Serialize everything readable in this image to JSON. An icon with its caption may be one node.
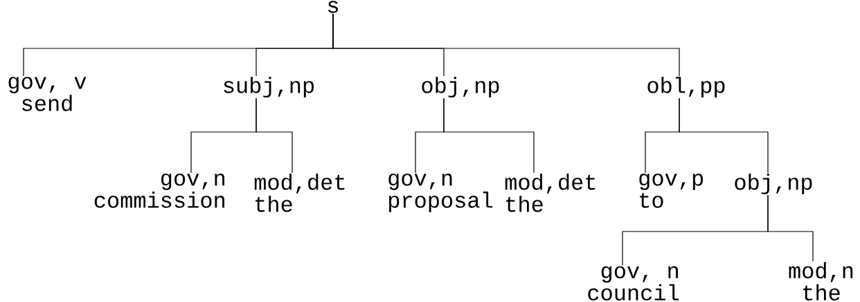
{
  "diagram": {
    "nodes": [
      {
        "text": [
          "s"
        ]
      },
      {
        "text": [
          "gov, v",
          "send"
        ]
      },
      {
        "text": [
          "subj,np"
        ]
      },
      {
        "text": [
          "obj,np"
        ]
      },
      {
        "text": [
          "obl,pp"
        ]
      },
      {
        "text": [
          "gov,n",
          "commission"
        ]
      },
      {
        "text": [
          "mod,det",
          "the"
        ]
      },
      {
        "text": [
          "gov,n",
          "proposal"
        ]
      },
      {
        "text": [
          "mod,det",
          "the"
        ]
      },
      {
        "text": [
          "gov,p",
          "to"
        ]
      },
      {
        "text": [
          "obj,np"
        ]
      },
      {
        "text": [
          "gov, n",
          "council"
        ]
      },
      {
        "text": [
          "mod,n",
          "the"
        ]
      }
    ],
    "edges": [
      {
        "from": 0,
        "to": 1,
        "arrow": "none"
      },
      {
        "from": 0,
        "to": 2,
        "arrow": "none"
      },
      {
        "from": 0,
        "to": 3,
        "arrow": "none"
      },
      {
        "from": 0,
        "to": 4,
        "arrow": "none"
      },
      {
        "from": 2,
        "to": 5,
        "arrow": "none"
      },
      {
        "from": 2,
        "to": 6,
        "arrow": "none"
      },
      {
        "from": 3,
        "to": 7,
        "arrow": "none"
      },
      {
        "from": 3,
        "to": 8,
        "arrow": "none"
      },
      {
        "from": 4,
        "to": 9,
        "arrow": "none"
      },
      {
        "from": 4,
        "to": 10,
        "arrow": "none"
      },
      {
        "from": 10,
        "to": 11,
        "arrow": "none"
      },
      {
        "from": 10,
        "to": 12,
        "arrow": "none"
      }
    ]
  }
}
